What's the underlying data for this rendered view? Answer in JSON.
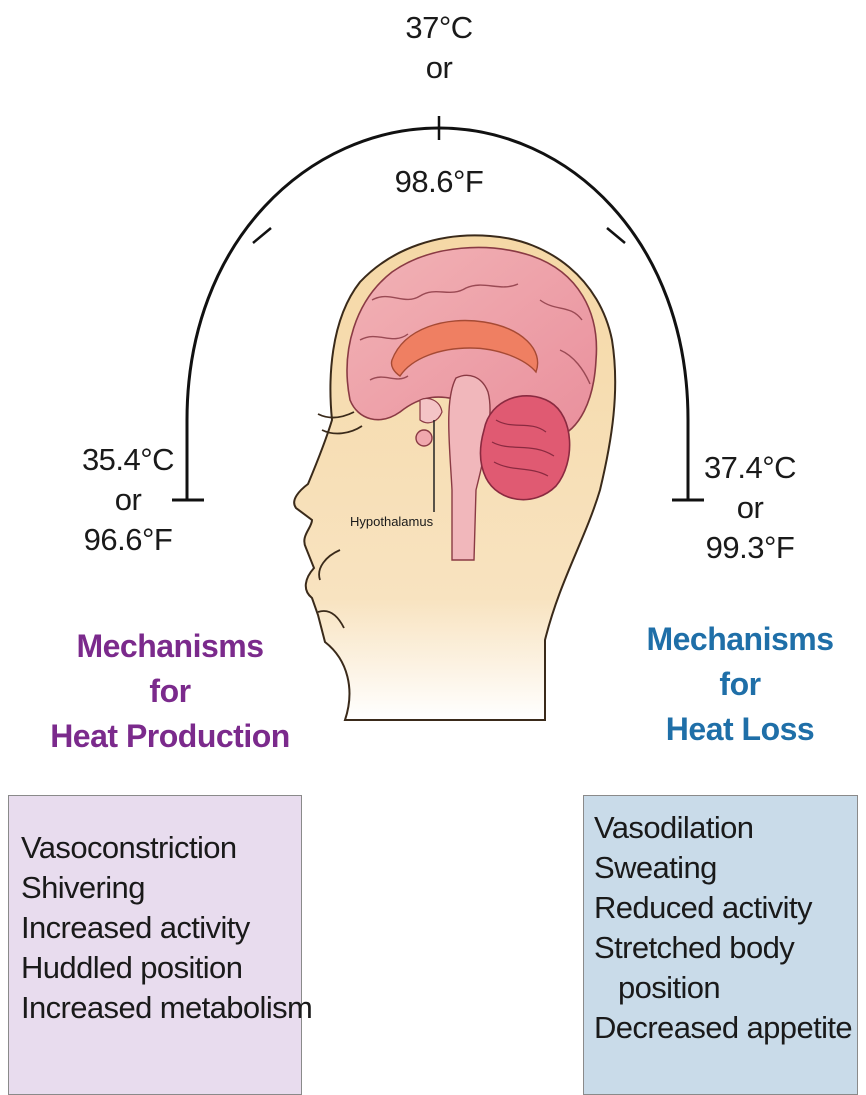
{
  "scale": {
    "top_temp": {
      "celsius": "37°C",
      "or": "or",
      "fahrenheit": "98.6°F"
    },
    "left_temp": {
      "celsius": "35.4°C",
      "or": "or",
      "fahrenheit": "96.6°F"
    },
    "right_temp": {
      "celsius": "37.4°C",
      "or": "or",
      "fahrenheit": "99.3°F"
    }
  },
  "brain_label": "Hypothalamus",
  "heat_production": {
    "title": [
      "Mechanisms",
      "for",
      "Heat Production"
    ],
    "color": "#7b2a8c",
    "box_color": "#e8dcee",
    "items": [
      "Vasoconstriction",
      "Shivering",
      "Increased activity",
      "Huddled position",
      "Increased metabolism"
    ]
  },
  "heat_loss": {
    "title": [
      "Mechanisms",
      "for",
      "Heat Loss"
    ],
    "color": "#1f6fa8",
    "box_color": "#c9dbe9",
    "items": [
      "Vasodilation",
      "Sweating",
      "Reduced activity",
      "Stretched body",
      "position",
      "Decreased appetite"
    ]
  },
  "colors": {
    "skin": "#f6dcae",
    "brain": "#eda0a8",
    "corpus": "#ef7f62",
    "cerebellum": "#e05a72"
  }
}
